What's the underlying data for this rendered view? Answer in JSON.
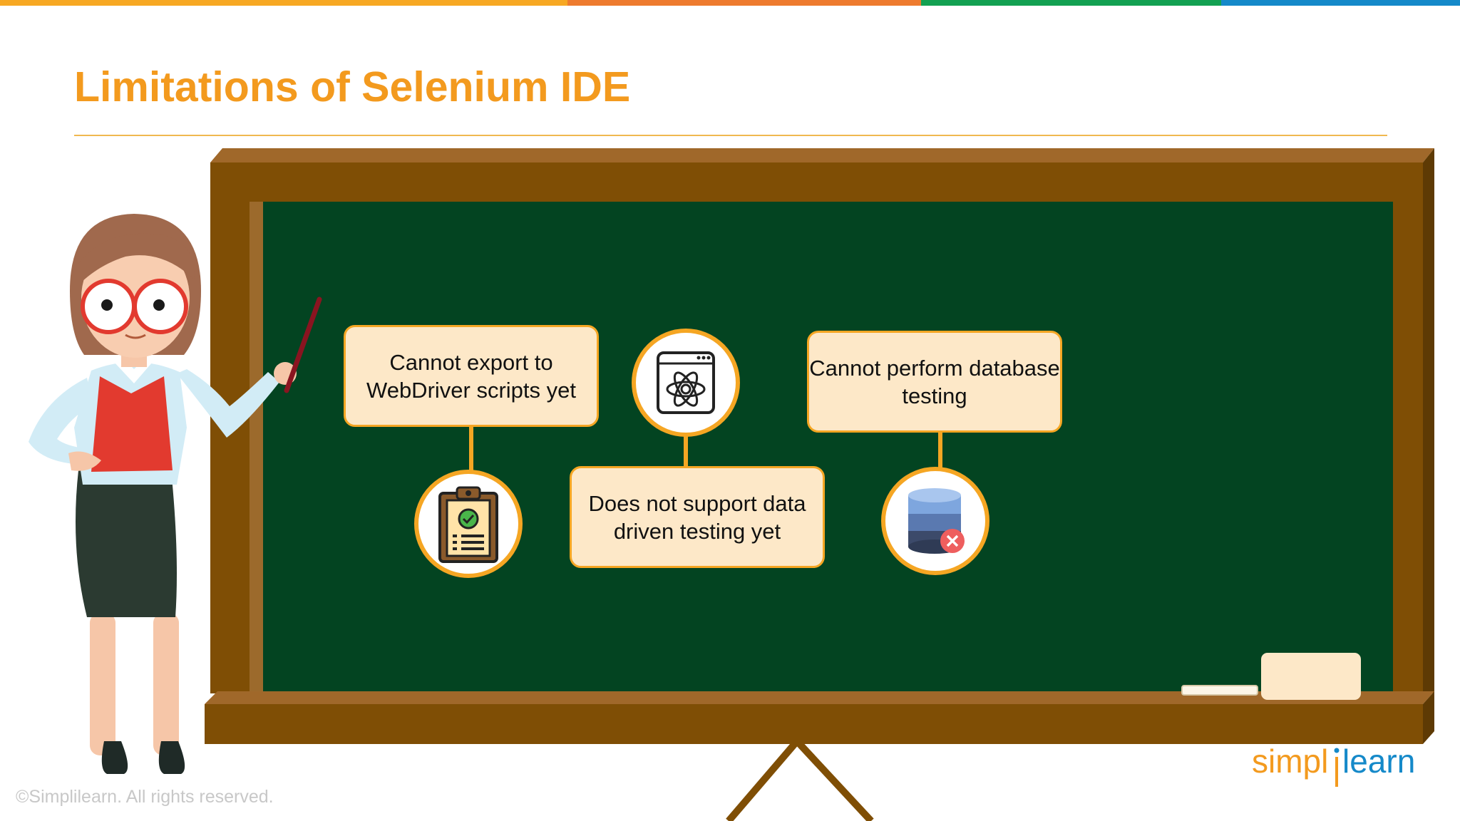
{
  "slide": {
    "title": "Limitations of Selenium IDE",
    "colors": {
      "accent": "#f39a1e",
      "board_green": "#034421",
      "frame_brown": "#7f4e05",
      "box_fill": "#fde8c8",
      "box_border": "#f5a623",
      "top_bar": [
        "#f7a823",
        "#ee7b2e",
        "#13a152",
        "#1589c9"
      ]
    }
  },
  "limitations": [
    {
      "text": "Cannot export to WebDriver scripts yet",
      "icon": "clipboard-check-icon"
    },
    {
      "text": "Does not support data driven testing yet",
      "icon": "atom-browser-icon"
    },
    {
      "text": "Cannot perform database testing",
      "icon": "database-error-icon"
    }
  ],
  "footer": {
    "copyright": "©Simplilearn. All rights reserved.",
    "logo_text_1": "simpl",
    "logo_text_2": "learn"
  }
}
